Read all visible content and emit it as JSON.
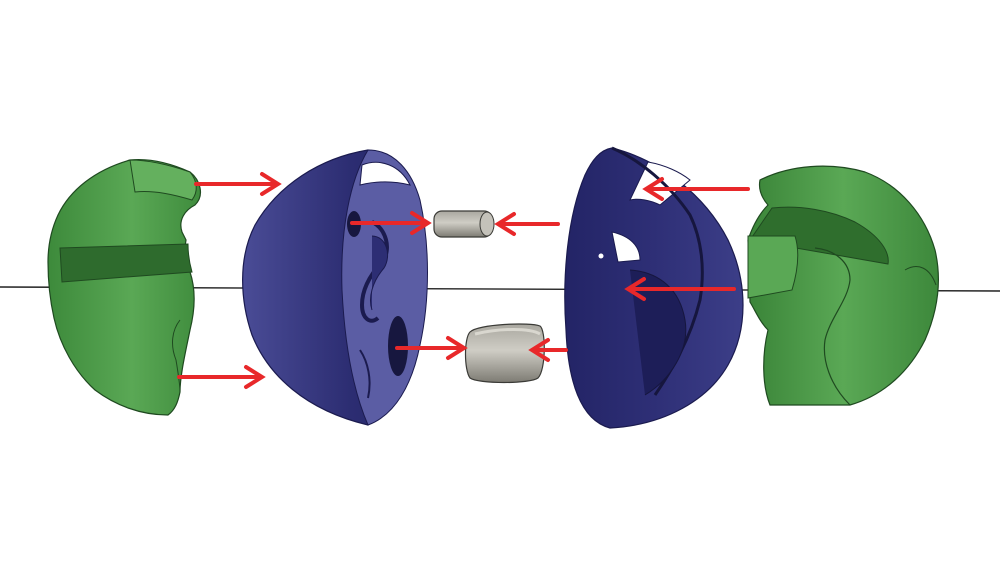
{
  "figure": {
    "description_level": "exploded-assembly",
    "background": "#ffffff"
  },
  "colors": {
    "green_part": "#4f9b4a",
    "green_dark": "#2f6e30",
    "green_light": "#6cb866",
    "blue_shell": "#2f2f78",
    "blue_inner": "#585aa0",
    "blue_light": "#6a6cb3",
    "arrow": "#e8282a",
    "pin": "#8e8c84",
    "pin_light": "#bdbbb3",
    "axis_line": "#222222"
  },
  "parts": [
    {
      "name": "green-outer-left",
      "icon": "green-segment-left"
    },
    {
      "name": "blue-hemisphere-left",
      "icon": "blue-hemisphere-left"
    },
    {
      "name": "pin-small",
      "icon": "cylinder-pin"
    },
    {
      "name": "pin-large",
      "icon": "cylinder-pin"
    },
    {
      "name": "blue-hemisphere-right",
      "icon": "blue-hemisphere-right"
    },
    {
      "name": "green-outer-right",
      "icon": "green-segment-right"
    }
  ],
  "arrows": [
    {
      "name": "arrow-green-left-top",
      "direction": "right"
    },
    {
      "name": "arrow-green-left-bottom",
      "direction": "right"
    },
    {
      "name": "arrow-blue-left-to-pin-small",
      "direction": "right"
    },
    {
      "name": "arrow-blue-left-to-pin-large",
      "direction": "right"
    },
    {
      "name": "arrow-blue-right-to-pin-small",
      "direction": "left"
    },
    {
      "name": "arrow-blue-right-to-pin-large",
      "direction": "left"
    },
    {
      "name": "arrow-green-right-top",
      "direction": "left"
    },
    {
      "name": "arrow-green-right-bottom",
      "direction": "left"
    }
  ]
}
